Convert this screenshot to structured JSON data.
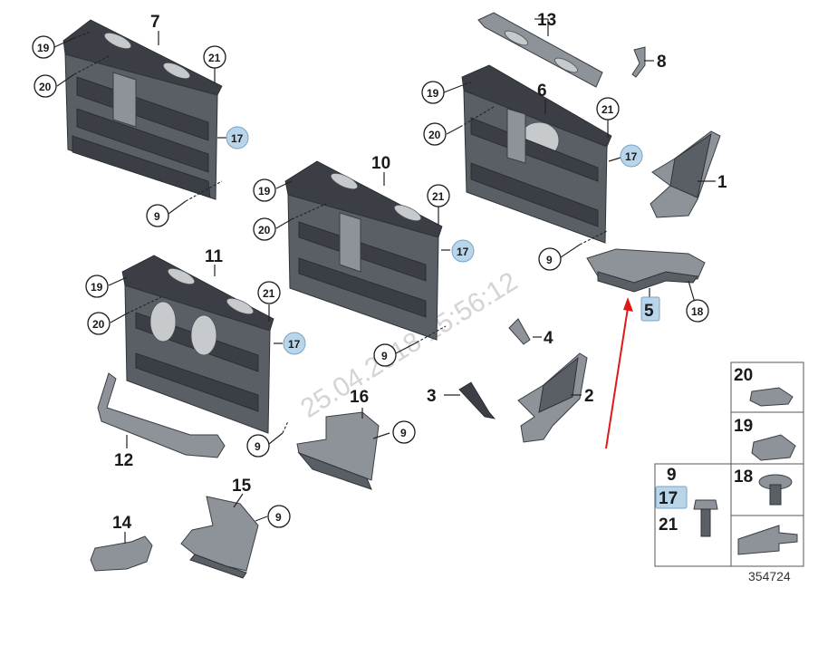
{
  "diagram": {
    "watermark": "25.04.2018 15:56:12",
    "document_id": "354724",
    "callouts": {
      "n1": "1",
      "n2": "2",
      "n3": "3",
      "n4": "4",
      "n5": "5",
      "n6": "6",
      "n7": "7",
      "n8": "8",
      "n9": "9",
      "n10": "10",
      "n11": "11",
      "n12": "12",
      "n13": "13",
      "n14": "14",
      "n15": "15",
      "n16": "16",
      "n17": "17",
      "n18": "18",
      "n19": "19",
      "n20": "20",
      "n21": "21"
    },
    "legend": {
      "row20": "20",
      "row19": "19",
      "row9": "9",
      "row17": "17",
      "row21": "21",
      "row18": "18"
    },
    "colors": {
      "highlight": "#b9d5ea",
      "arrow": "#e01818",
      "part": "#5a5f66"
    }
  }
}
